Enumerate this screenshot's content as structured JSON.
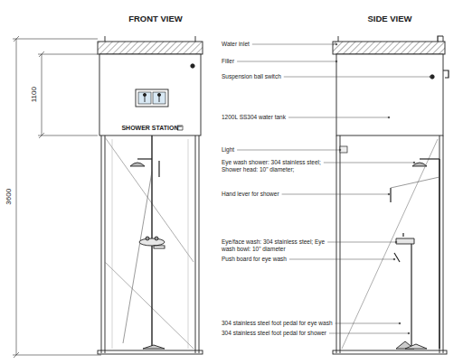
{
  "diagram": {
    "labels": [
      "FRONT VIEW",
      "SIDE VIEW",
      "1100",
      "3600",
      "SHOWER STATION",
      "Water inlet",
      "Filler",
      "Suspension ball switch",
      "1200L SS304 water tank",
      "Light",
      "Eye wash shower: 304 stainless steel; Shower head: 10\" diameter;",
      "Hand lever for shower",
      "Eye/face wash: 304 stainless steel; Eye wash bowl: 10\" diameter",
      "Push board for eye wash",
      "304 stainless steel foot pedal for eye wash",
      "304 stainless steel foot pedal for shower"
    ]
  }
}
